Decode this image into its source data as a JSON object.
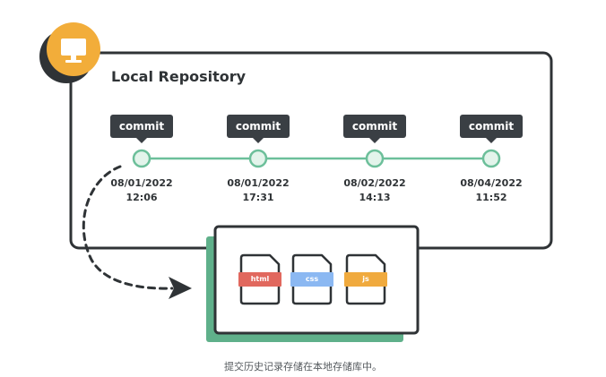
{
  "repository": {
    "title": "Local Repository",
    "icon": "monitor-icon",
    "accent_color": "#f2ad3a"
  },
  "commits": [
    {
      "label": "commit",
      "date": "08/01/2022",
      "time": "12:06"
    },
    {
      "label": "commit",
      "date": "08/01/2022",
      "time": "17:31"
    },
    {
      "label": "commit",
      "date": "08/02/2022",
      "time": "14:13"
    },
    {
      "label": "commit",
      "date": "08/04/2022",
      "time": "11:52"
    }
  ],
  "files": [
    {
      "label": "html",
      "color": "#e1685e",
      "icon": "file-icon"
    },
    {
      "label": "css",
      "color": "#8bb8f2",
      "icon": "file-icon"
    },
    {
      "label": "js",
      "color": "#f0aa3e",
      "icon": "file-icon"
    }
  ],
  "colors": {
    "timeline": "#6cbf9a",
    "storage_shadow": "#5fb08a",
    "outline": "#2f3336"
  },
  "caption": "提交历史记录存储在本地存储库中。"
}
